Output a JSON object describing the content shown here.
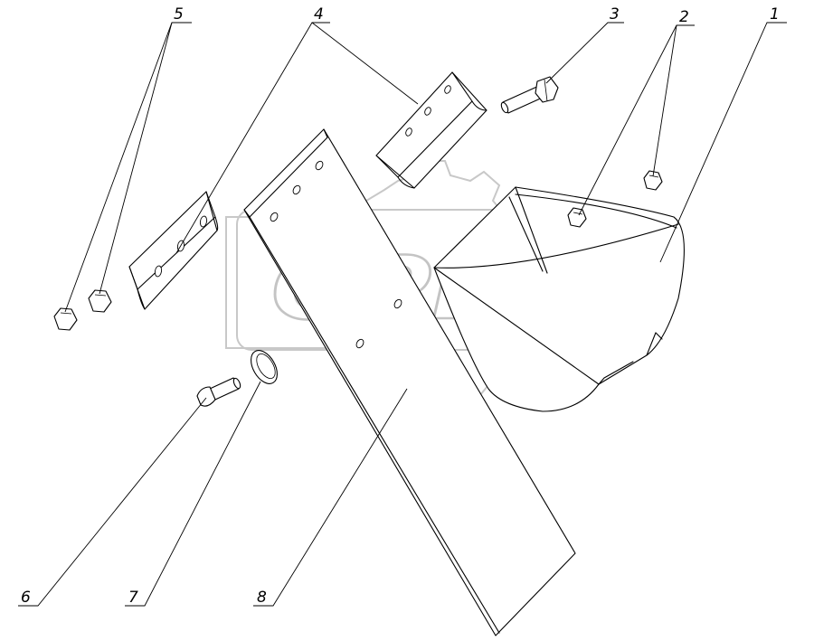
{
  "watermark": {
    "text": "OPEX"
  },
  "callouts": [
    {
      "id": "1",
      "label": "1"
    },
    {
      "id": "2",
      "label": "2"
    },
    {
      "id": "3",
      "label": "3"
    },
    {
      "id": "4",
      "label": "4"
    },
    {
      "id": "5",
      "label": "5"
    },
    {
      "id": "6",
      "label": "6"
    },
    {
      "id": "7",
      "label": "7"
    },
    {
      "id": "8",
      "label": "8"
    }
  ]
}
